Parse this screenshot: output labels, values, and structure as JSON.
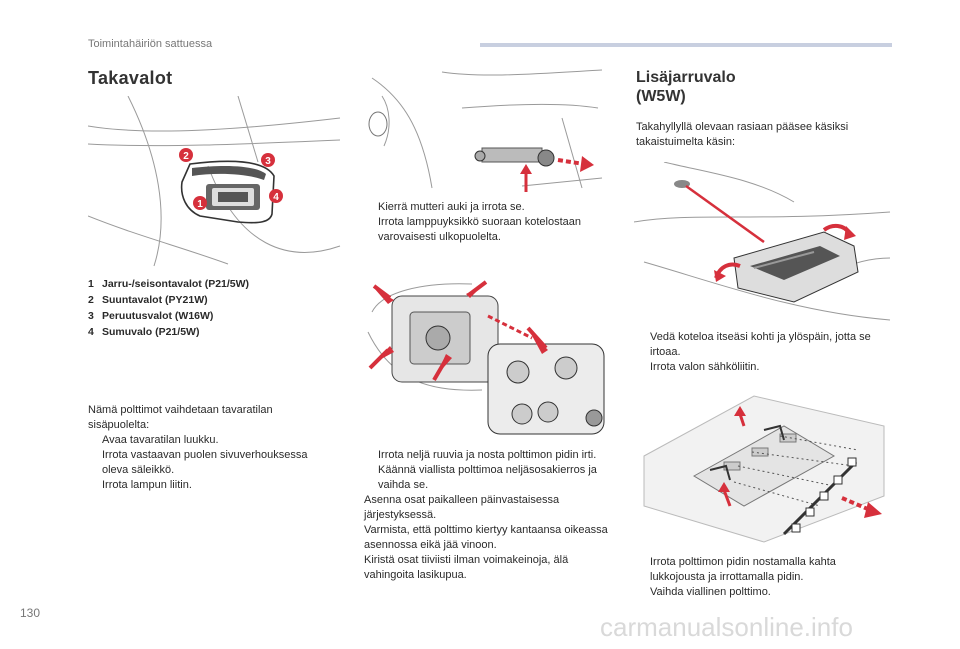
{
  "header": {
    "section": "Toimintahäiriön sattuessa"
  },
  "left": {
    "title": "Takavalot",
    "figure_callouts": [
      "1",
      "2",
      "3",
      "4"
    ],
    "legend": [
      {
        "num": "1",
        "text": "Jarru-/seisontavalot (P21/5W)"
      },
      {
        "num": "2",
        "text": "Suuntavalot (PY21W)"
      },
      {
        "num": "3",
        "text": "Peruutusvalot (W16W)"
      },
      {
        "num": "4",
        "text": "Sumuvalo (P21/5W)"
      }
    ],
    "intro": "Nämä polttimot vaihdetaan tavaratilan sisäpuolelta:",
    "steps": [
      "Avaa tavaratilan luukku.",
      "Irrota vastaavan puolen sivuverhouksessa oleva säleikkö.",
      "Irrota lampun liitin."
    ]
  },
  "middle": {
    "steps_a": [
      "Kierrä mutteri auki ja irrota se.",
      "Irrota lamppuyksikkö suoraan kotelostaan varovaisesti ulkopuolelta."
    ],
    "steps_b": [
      "Irrota neljä ruuvia ja nosta polttimon pidin irti.",
      "Käännä viallista polttimoa neljäsosakierros ja vaihda se."
    ],
    "closing": [
      "Asenna osat paikalleen päinvastaisessa järjestyksessä.",
      "Varmista, että polttimo kiertyy kantaansa oikeassa asennossa eikä jää vinoon.",
      "Kiristä osat tiiviisti ilman voimakeinoja, älä vahingoita lasikupua."
    ]
  },
  "right": {
    "title_line1": "Lisäjarruvalo",
    "title_line2": "(W5W)",
    "intro": "Takahyllyllä olevaan rasiaan pääsee käsiksi takaistuimelta käsin:",
    "steps_a": [
      "Vedä koteloa itseäsi kohti ja ylöspäin, jotta se irtoaa.",
      "Irrota valon sähköliitin."
    ],
    "steps_b": [
      "Irrota polttimon pidin nostamalla kahta lukkojousta ja irrottamalla pidin.",
      "Vaihda viallinen polttimo."
    ]
  },
  "bullet_glyph": "",
  "footer": {
    "page_number": "130",
    "watermark": "carmanualsonline.info"
  },
  "colors": {
    "accent_red": "#d6303c",
    "header_bar": "#c8cfe0",
    "line_art": "#8a8a8a"
  }
}
